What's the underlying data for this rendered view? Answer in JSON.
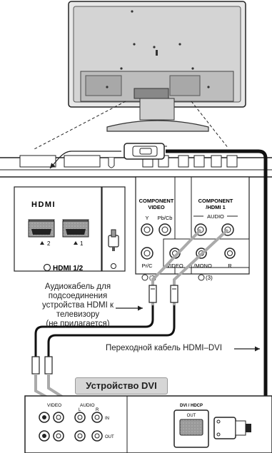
{
  "labels": {
    "hdmi_logo": "HDMI",
    "hdmi_port_1": "1",
    "hdmi_port_2": "2",
    "hdmi_group": "HDMI 1/2",
    "component_video": "COMPONENT",
    "component_video_2": "VIDEO",
    "component_hdmi": "COMPONENT",
    "component_hdmi_2": "/HDMI 1",
    "audio_group": "AUDIO",
    "jack_y": "Y",
    "jack_pbcb": "Pb/Cb",
    "jack_prcr_short": "Pr/C",
    "jack_video": "VIDEO",
    "jack_lmono": "L/MONO",
    "jack_r": "R",
    "input_2": "(2)",
    "input_3": "(3)",
    "dvi_hdcp": "DVI / HDCP",
    "dvi_out": "OUT",
    "dev_video": "VIDEO",
    "dev_audio": "AUDIO",
    "dev_l": "L",
    "dev_r": "R",
    "dev_in": "IN",
    "dev_out": "OUT"
  },
  "captions": {
    "audio_cable": [
      "Аудиокабель для",
      "подсоединения",
      "устройства HDMI к",
      "телевизору",
      "(не прилагается)"
    ],
    "hdmi_dvi_cable": "Переходной кабель HDMI–DVI",
    "dvi_device": "Устройство DVI"
  }
}
